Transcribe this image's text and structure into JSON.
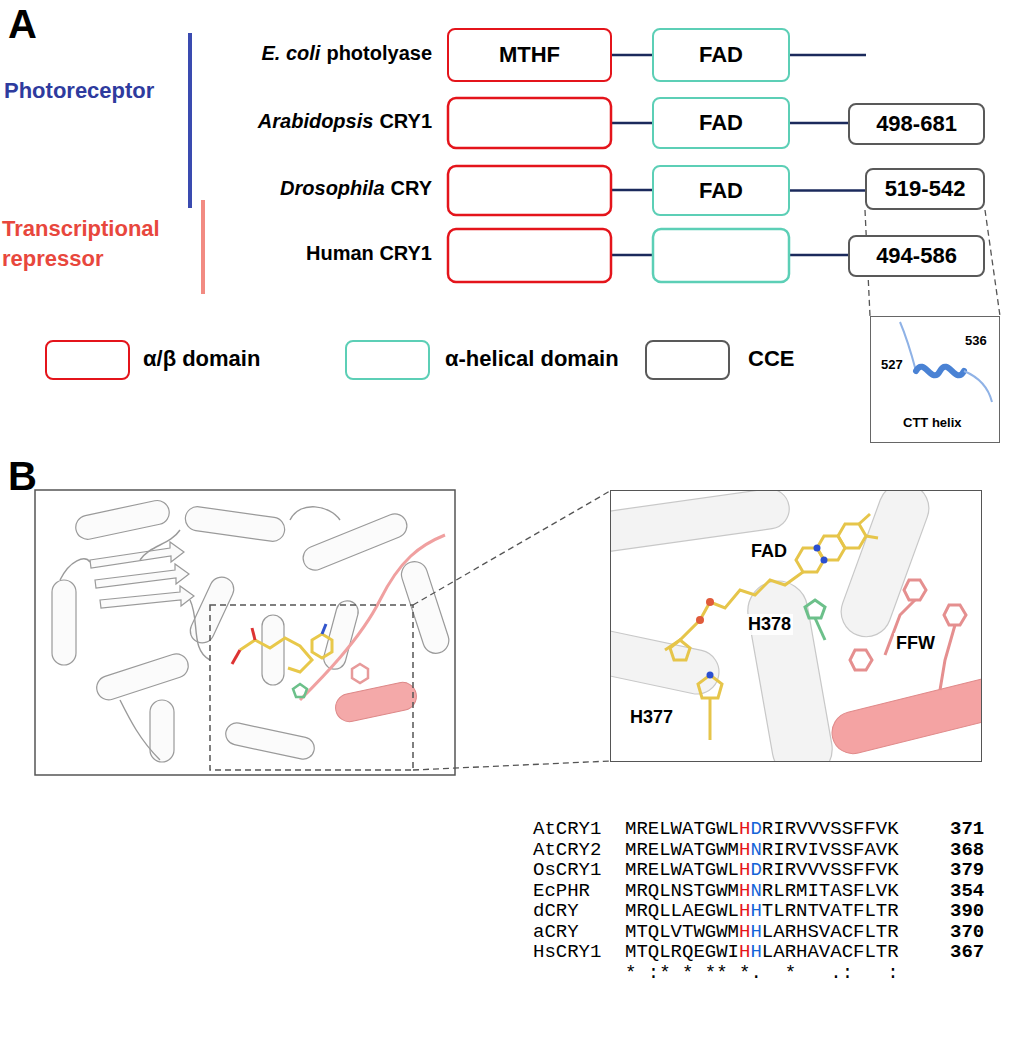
{
  "diagram": {
    "nodes": [
      {
        "text": [
          "MTHF"
        ]
      },
      {
        "text": [
          "FAD"
        ]
      },
      {
        "text": [
          "FAD"
        ]
      },
      {
        "text": [
          "498-681"
        ]
      },
      {
        "text": [
          "FAD"
        ]
      },
      {
        "text": [
          "519-542"
        ]
      },
      {
        "text": [
          "494-586"
        ]
      },
      {
        "text": [
          "536",
          "527",
          "CTT helix"
        ]
      },
      {
        "text": [
          "FAD",
          "H378",
          "FFW",
          "H377"
        ]
      }
    ],
    "edges": [
      {
        "from": 0,
        "to": 1,
        "arrow": "none"
      },
      {
        "from": 2,
        "to": 3,
        "arrow": "none"
      },
      {
        "from": 4,
        "to": 5,
        "arrow": "none"
      },
      {
        "from": 5,
        "to": 7,
        "arrow": "none"
      }
    ],
    "labels": [
      "A",
      "Photoreceptor",
      "Transcriptional repressor",
      "E. coli",
      "photolyase",
      "Arabidopsis",
      "CRY1",
      "Drosophila",
      "CRY",
      "Human CRY1",
      "B",
      "AtCRY1",
      "AtCRY2",
      "OsCRY1",
      "EcPHR",
      "dCRY",
      "aCRY",
      "HsCRY1",
      "MRELWATGWLHDRIRVVVSSFFVK",
      "MRELWATGWMHNRIRVIVSSFAVK",
      "MRELWATGWLHDRIRVVVSSFFVK",
      "MRQLNSTGWMHNRLRMITASFLVK",
      "MRQLLAEGWLHHTLRNTVATFLTR",
      "MTQLVTWGWMHHLARHSVACFLTR",
      "MTQLRQEGWIHHLARHAVACFLTR",
      "371",
      "368",
      "379",
      "354",
      "390",
      "370",
      "367",
      "* :* * ** *.  *   .:   :"
    ],
    "legend": [
      {
        "text": "α/β domain",
        "color": "#e4141b"
      },
      {
        "text": "α-helical domain",
        "color": "#5ccfb6"
      },
      {
        "text": "CCE",
        "color": "#595959"
      }
    ]
  }
}
